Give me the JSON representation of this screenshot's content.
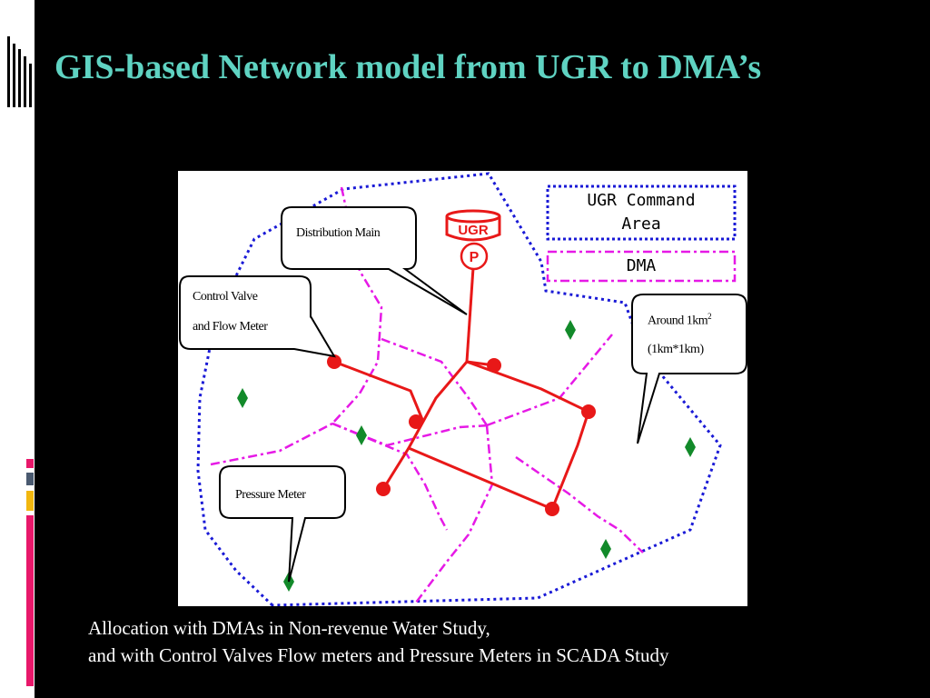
{
  "title": "GIS-based Network model from UGR to DMA’s",
  "diagram": {
    "legend": {
      "ugr_command_area": "UGR Command Area",
      "dma": "DMA"
    },
    "facility": {
      "tank_label": "UGR",
      "pump_label": "P"
    },
    "callouts": {
      "distribution_main": "Distribution Main",
      "control_valve_line1": "Control Valve",
      "control_valve_line2": "and Flow Meter",
      "area_line1": "Around 1km",
      "area_sup": "2",
      "area_line2": "(1km*1km)",
      "pressure_meter": "Pressure Meter"
    },
    "colors": {
      "ugr_boundary": "#1a1ad6",
      "dma_boundary": "#e619e6",
      "main_pipe": "#e81818",
      "pressure_meter": "#128a2a",
      "title": "#5fd3c2"
    }
  },
  "caption": {
    "line1": "Allocation with DMAs in Non-revenue Water Study,",
    "line2": "and with Control Valves Flow meters and Pressure Meters in SCADA Study"
  }
}
